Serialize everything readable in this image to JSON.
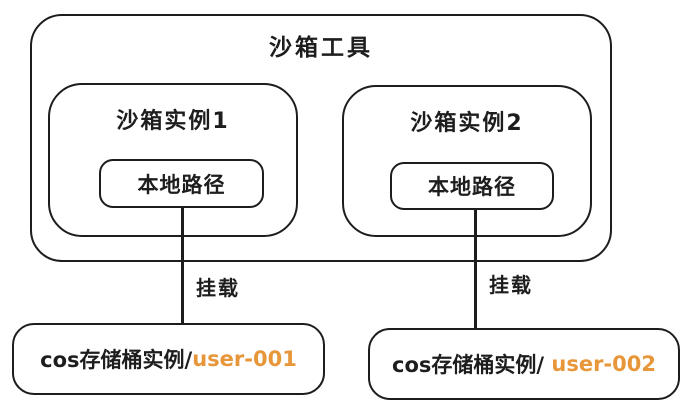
{
  "title": "沙箱工具",
  "instances": [
    {
      "label": "沙箱实例1",
      "local_path": "本地路径",
      "mount_label": "挂载"
    },
    {
      "label": "沙箱实例2",
      "local_path": "本地路径",
      "mount_label": "挂载"
    }
  ],
  "buckets": [
    {
      "prefix": "cos存储桶实例/",
      "user_id": "user-001"
    },
    {
      "prefix": "cos存储桶实例/ ",
      "user_id": "user-002"
    }
  ],
  "colors": {
    "stroke": "#1d1d1d",
    "accent_orange": "#e8963a",
    "background": "#ffffff"
  }
}
